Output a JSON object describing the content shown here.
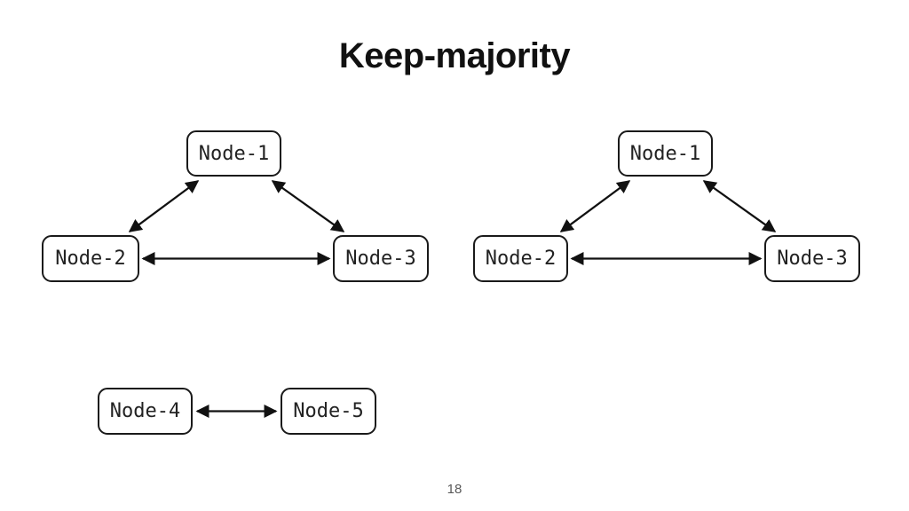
{
  "slide": {
    "title": "Keep-majority",
    "page_number": "18"
  },
  "colors": {
    "background": "#ffffff",
    "node_border": "#1a1a1a",
    "edge_stroke": "#111111",
    "title_text": "#111111",
    "node_text": "#222222",
    "page_number_text": "#595959"
  },
  "diagrams": {
    "left_triangle": {
      "nodes": [
        {
          "label": "Node-1"
        },
        {
          "label": "Node-2"
        },
        {
          "label": "Node-3"
        }
      ],
      "edges": [
        {
          "from": "Node-1",
          "to": "Node-2",
          "bidirectional": true
        },
        {
          "from": "Node-1",
          "to": "Node-3",
          "bidirectional": true
        },
        {
          "from": "Node-2",
          "to": "Node-3",
          "bidirectional": true
        }
      ]
    },
    "right_triangle": {
      "nodes": [
        {
          "label": "Node-1"
        },
        {
          "label": "Node-2"
        },
        {
          "label": "Node-3"
        }
      ],
      "edges": [
        {
          "from": "Node-1",
          "to": "Node-2",
          "bidirectional": true
        },
        {
          "from": "Node-1",
          "to": "Node-3",
          "bidirectional": true
        },
        {
          "from": "Node-2",
          "to": "Node-3",
          "bidirectional": true
        }
      ]
    },
    "bottom_pair": {
      "nodes": [
        {
          "label": "Node-4"
        },
        {
          "label": "Node-5"
        }
      ],
      "edges": [
        {
          "from": "Node-4",
          "to": "Node-5",
          "bidirectional": true
        }
      ]
    }
  }
}
